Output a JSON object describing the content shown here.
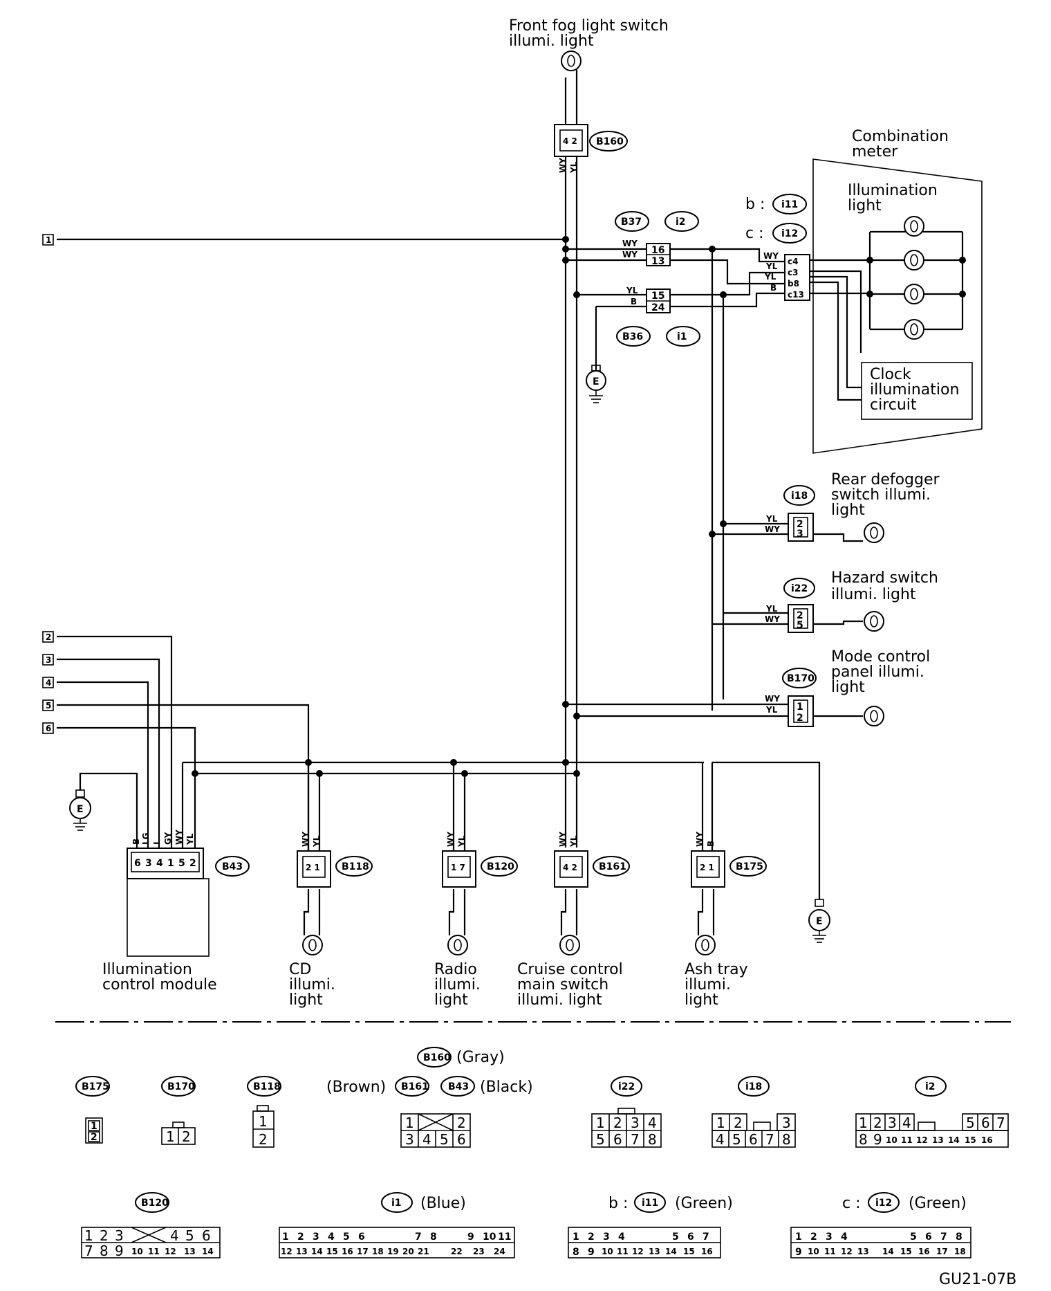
{
  "labels": {
    "fog_light": [
      "Front fog light switch",
      "illumi. light"
    ],
    "comb_meter": [
      "Combination",
      "meter"
    ],
    "illum_light": [
      "Illumination",
      "light"
    ],
    "clock": [
      "Clock",
      "illumination",
      "circuit"
    ],
    "rear_defogger": [
      "Rear defogger",
      "switch illumi.",
      "light"
    ],
    "hazard": [
      "Hazard switch",
      "illumi. light"
    ],
    "mode_control": [
      "Mode control",
      "panel illumi.",
      "light"
    ],
    "icm": [
      "Illumination",
      "control module"
    ],
    "cd": [
      "CD",
      "illumi.",
      "light"
    ],
    "radio": [
      "Radio",
      "illumi.",
      "light"
    ],
    "cruise": [
      "Cruise control",
      "main switch",
      "illumi. light"
    ],
    "ash": [
      "Ash tray",
      "illumi.",
      "light"
    ]
  },
  "meter_prefix": {
    "b": "b :",
    "c": "c :"
  },
  "connectors": {
    "B160": "B160",
    "B37": "B37",
    "i2": "i2",
    "B36": "B36",
    "i1": "i1",
    "i11": "i11",
    "i12": "i12",
    "i18": "i18",
    "i22": "i22",
    "B170": "B170",
    "B43": "B43",
    "B118": "B118",
    "B120": "B120",
    "B161": "B161",
    "B175": "B175"
  },
  "wire_colors": {
    "WY": "WY",
    "YL": "YL",
    "B": "B",
    "LG": "LG",
    "L": "L",
    "GY": "GY"
  },
  "pins": {
    "b37": [
      "16",
      "13"
    ],
    "b36": [
      "15",
      "24"
    ],
    "meter": [
      "c4",
      "c3",
      "b8",
      "c13"
    ],
    "i18": [
      "2",
      "3"
    ],
    "i22": [
      "2",
      "5"
    ],
    "b170": [
      "1",
      "2"
    ],
    "b43": [
      "6",
      "3",
      "4",
      "1",
      "5",
      "2"
    ]
  },
  "references": [
    "1",
    "2",
    "3",
    "4",
    "5",
    "6"
  ],
  "ground": "E",
  "legend": {
    "gray": "(Gray)",
    "brown": "(Brown)",
    "black": "(Black)",
    "blue": "(Blue)",
    "green_b": "(Green)",
    "green_c": "(Green)",
    "b": "b :",
    "c": "c :"
  },
  "pinouts": {
    "b175": [
      "1",
      "2"
    ],
    "b170": [
      "1",
      "2"
    ],
    "b118": [
      "1",
      "2"
    ],
    "b160": {
      "top": [
        "1",
        "2"
      ],
      "bottom": [
        "3",
        "4",
        "5",
        "6"
      ]
    },
    "i22": {
      "top": [
        "1",
        "2",
        "3",
        "4"
      ],
      "bottom": [
        "5",
        "6",
        "7",
        "8"
      ]
    },
    "i18": {
      "top": [
        "1",
        "2",
        "3"
      ],
      "bottom": [
        "4",
        "5",
        "6",
        "7",
        "8"
      ]
    },
    "i2": {
      "top": [
        "1",
        "2",
        "3",
        "4",
        "5",
        "6",
        "7"
      ],
      "bottom": [
        "8",
        "9",
        "10",
        "11",
        "12",
        "13",
        "14",
        "15",
        "16"
      ]
    },
    "b120": {
      "top": [
        "1",
        "2",
        "3",
        "4",
        "5",
        "6"
      ],
      "bottom": [
        "7",
        "8",
        "9",
        "10",
        "11",
        "12",
        "13",
        "14"
      ]
    },
    "i1": {
      "top": [
        "1",
        "2",
        "3",
        "4",
        "5",
        "6",
        "7",
        "8",
        "9",
        "10",
        "11"
      ],
      "bottom": [
        "12",
        "13",
        "14",
        "15",
        "16",
        "17",
        "18",
        "19",
        "20",
        "21",
        "22",
        "23",
        "24"
      ]
    },
    "i11": {
      "top": [
        "1",
        "2",
        "3",
        "4",
        "5",
        "6",
        "7"
      ],
      "bottom": [
        "8",
        "9",
        "10",
        "11",
        "12",
        "13",
        "14",
        "15",
        "16"
      ]
    },
    "i12": {
      "top": [
        "1",
        "2",
        "3",
        "4",
        "5",
        "6",
        "7",
        "8"
      ],
      "bottom": [
        "9",
        "10",
        "11",
        "12",
        "13",
        "14",
        "15",
        "16",
        "17",
        "18"
      ]
    }
  },
  "figure_code": "GU21-07B"
}
